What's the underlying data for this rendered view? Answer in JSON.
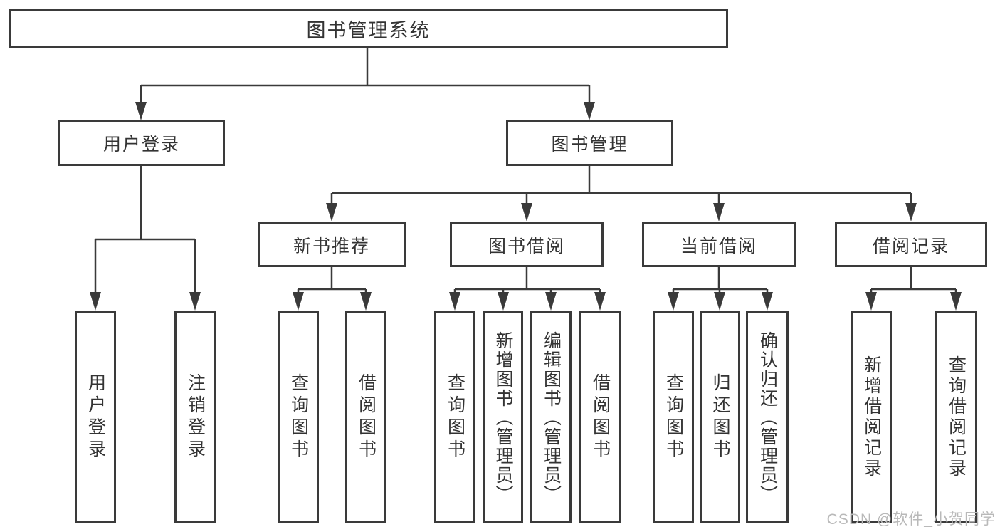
{
  "diagram": {
    "type": "hierarchy-tree",
    "colors": {
      "background": "#ffffff",
      "line": "#3a3a3a",
      "box_border": "#3a3a3a",
      "box_fill": "#ffffff",
      "text": "#333333",
      "watermark": "#b9b9b9"
    },
    "nodes": {
      "root": {
        "label": "图书管理系统"
      },
      "user_login": {
        "label": "用户登录"
      },
      "book_management": {
        "label": "图书管理"
      },
      "new_book_recommend": {
        "label": "新书推荐"
      },
      "book_borrowing": {
        "label": "图书借阅"
      },
      "current_borrowing": {
        "label": "当前借阅"
      },
      "borrowing_records": {
        "label": "借阅记录"
      },
      "ul_user_login": {
        "label": "用户登录"
      },
      "ul_logout": {
        "label": "注销登录"
      },
      "nbr_query_books": {
        "label": "查询图书"
      },
      "nbr_borrow_books": {
        "label": "借阅图书"
      },
      "bb_query_books": {
        "label": "查询图书"
      },
      "bb_add_books": {
        "label": "新增图书（管理员）"
      },
      "bb_edit_books": {
        "label": "编辑图书（管理员）"
      },
      "bb_borrow_books": {
        "label": "借阅图书"
      },
      "cb_query_books": {
        "label": "查询图书"
      },
      "cb_return_books": {
        "label": "归还图书"
      },
      "cb_confirm_return": {
        "label": "确认归还（管理员）"
      },
      "br_add_record": {
        "label": "新增借阅记录"
      },
      "br_query_record": {
        "label": "查询借阅记录"
      }
    },
    "edges": [
      [
        "root",
        "user_login"
      ],
      [
        "root",
        "book_management"
      ],
      [
        "user_login",
        "ul_user_login"
      ],
      [
        "user_login",
        "ul_logout"
      ],
      [
        "book_management",
        "new_book_recommend"
      ],
      [
        "book_management",
        "book_borrowing"
      ],
      [
        "book_management",
        "current_borrowing"
      ],
      [
        "book_management",
        "borrowing_records"
      ],
      [
        "new_book_recommend",
        "nbr_query_books"
      ],
      [
        "new_book_recommend",
        "nbr_borrow_books"
      ],
      [
        "book_borrowing",
        "bb_query_books"
      ],
      [
        "book_borrowing",
        "bb_add_books"
      ],
      [
        "book_borrowing",
        "bb_edit_books"
      ],
      [
        "book_borrowing",
        "bb_borrow_books"
      ],
      [
        "current_borrowing",
        "cb_query_books"
      ],
      [
        "current_borrowing",
        "cb_return_books"
      ],
      [
        "current_borrowing",
        "cb_confirm_return"
      ],
      [
        "borrowing_records",
        "br_add_record"
      ],
      [
        "borrowing_records",
        "br_query_record"
      ]
    ],
    "watermark": {
      "text": "CSDN @软件_小贺同学"
    }
  }
}
